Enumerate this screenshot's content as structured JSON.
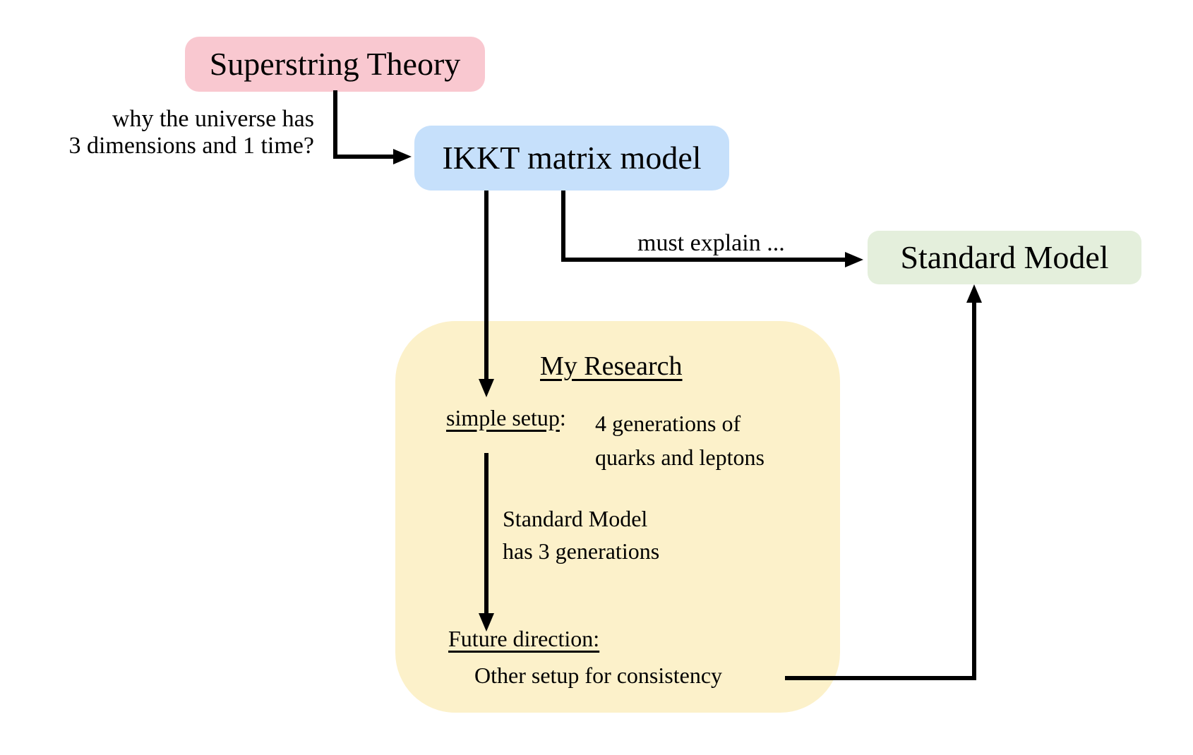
{
  "diagram": {
    "nodes": {
      "superstring": {
        "label": "Superstring Theory",
        "color": "#f9c8d0"
      },
      "ikkt": {
        "label": "IKKT matrix model",
        "color": "#c6e0fb"
      },
      "standard_model": {
        "label": "Standard Model",
        "color": "#e4efdc"
      }
    },
    "edge_labels": {
      "why_line1": "why the universe has",
      "why_line2": "3 dimensions and 1 time?",
      "must_explain": "must explain ..."
    },
    "my_research": {
      "title": "My Research",
      "color": "#fcf1ca",
      "simple_setup_label": "simple setup",
      "simple_setup_colon": ":",
      "simple_setup_desc_line1": "4 generations of",
      "simple_setup_desc_line2": "quarks and leptons",
      "arrow_note_line1": "Standard Model",
      "arrow_note_line2": "has 3 generations",
      "future_label": "Future direction:",
      "future_desc": "Other setup for consistency"
    }
  }
}
